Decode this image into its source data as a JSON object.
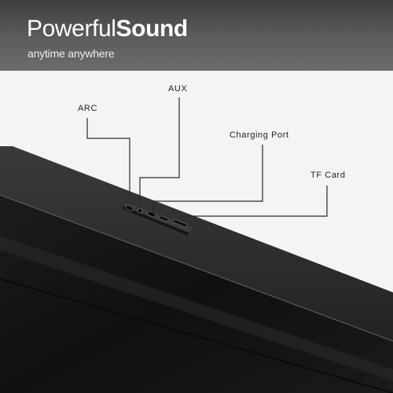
{
  "banner": {
    "headline_light": "Powerful",
    "headline_bold": "Sound",
    "tagline": "anytime anywhere"
  },
  "callouts": {
    "arc": "ARC",
    "aux": "AUX",
    "charging_port": "Charging Port",
    "tf_card": "TF Card"
  },
  "colors": {
    "banner": "#4a4a4a",
    "product_body": "#1a1a1a",
    "background": "#f4f4f4"
  }
}
